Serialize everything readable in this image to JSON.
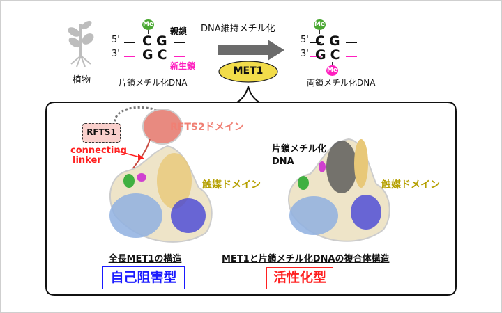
{
  "top": {
    "plant_label": "植物",
    "prime5": "5'",
    "prime3": "3'",
    "left_top_strand": "CG",
    "left_bottom_strand": "GC",
    "parent_strand_label": "親鎖",
    "nascent_strand_label": "新生鎖",
    "left_caption": "片鎖メチル化DNA",
    "process_label": "DNA維持メチル化",
    "enzyme_label": "MET1",
    "me_label": "Me",
    "right_top_strand": "CG",
    "right_bottom_strand": "GC",
    "right_caption": "両鎖メチル化DNA"
  },
  "panel": {
    "rfts1_label": "RFTS1",
    "rfts2_label": "RFTS2ドメイン",
    "linker_label_1": "connecting",
    "linker_label_2": "linker",
    "catalytic_label": "触媒ドメイン",
    "dna_label_1": "片鎖メチル化",
    "dna_label_2": "DNA",
    "left_title": "全長MET1の構造",
    "right_title": "MET1と片鎖メチル化DNAの複合体構造",
    "left_state": "自己阻害型",
    "right_state": "活性化型"
  },
  "colors": {
    "green": "#4aa832",
    "magenta": "#ff1fbf",
    "blue": "#1a1aff",
    "red": "#ff2020",
    "salmon": "#f08074",
    "olive": "#b5a000",
    "met1": "#f2dc4a"
  }
}
